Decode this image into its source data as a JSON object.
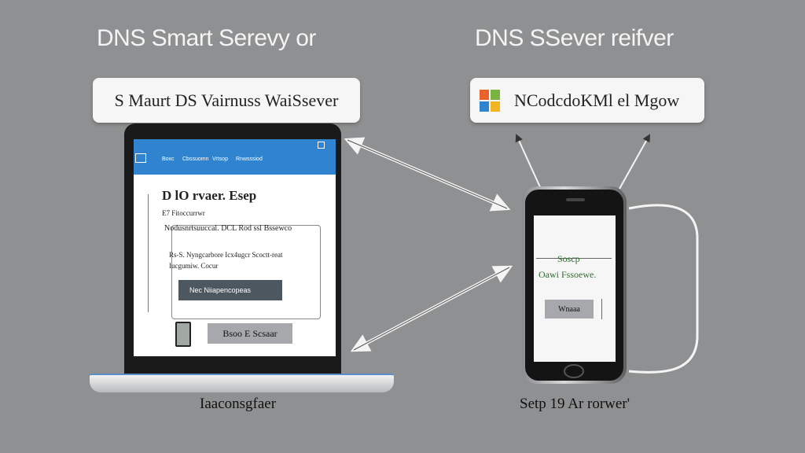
{
  "headings": {
    "left": "DNS Smart Serevy or",
    "right": "DNS SSever reifver"
  },
  "bubbles": {
    "left": "S Maurt DS Vairnuss WaiSsever",
    "right": "NCodcdoKMl el Mgow"
  },
  "laptop": {
    "header_items": [
      "Boxc",
      "Cbssuomn",
      "Vrtsop",
      "Rnwsssiod"
    ],
    "title": "D lO rvaer. Esep",
    "subtitle": "E7 Fitoccurrwr",
    "row1": "Nodusnrtsuuccal. DCL Rod ssl Bssewco",
    "row2": "Rs-S. Nyngcarbore Icx4ugcr Scoctt-reat",
    "row3": "Iucgumiw. Cocur",
    "dark_button": "Nec   Niiapencopeas",
    "grey_button": "Bsoo E Scsaar",
    "caption": "Iaaconsgfaer"
  },
  "phone": {
    "line1": "Soscp",
    "line2": "Oawi Fssoewe.",
    "button": "Wnaaa",
    "caption": "Setp 19 Ar rorwer'"
  },
  "colors": {
    "background": "#8f9091",
    "laptop_header": "#2f83cf",
    "phone_text": "#2f6a2f"
  },
  "icons": [
    "windows-logo-icon",
    "arrow-icon",
    "device-icon"
  ]
}
